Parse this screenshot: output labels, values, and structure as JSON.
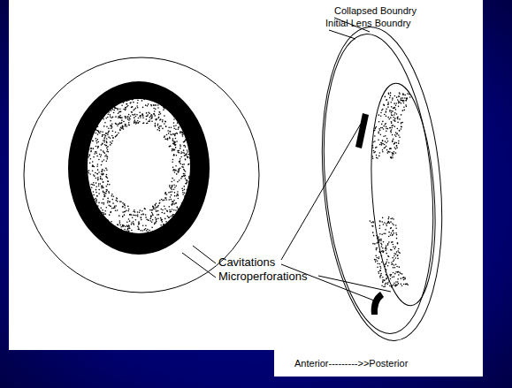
{
  "diagram": {
    "labels": [
      "Collapsed Boundry",
      "Initial Lens Boundry",
      "Cavitations",
      "Microperforations",
      "Anterior--------->>Posterior"
    ]
  }
}
